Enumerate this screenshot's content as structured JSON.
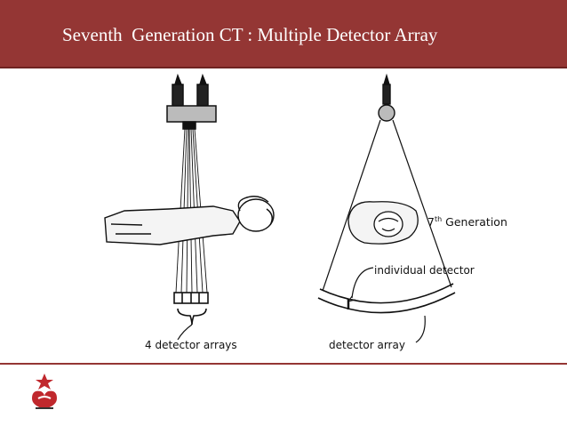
{
  "slide": {
    "title": "Seventh  Generation CT : Multiple Detector Array",
    "generation_label_prefix": "7",
    "generation_label_sup": "th",
    "generation_label_suffix": " Generation"
  },
  "figure": {
    "left_caption": "4 detector arrays",
    "right_label_individual": "individual detector",
    "right_label_array": "detector array"
  },
  "colors": {
    "title_bar": "#943634",
    "title_text": "#ffffff",
    "logo_red": "#c0282d"
  },
  "icons": {
    "footer_logo": "institution-logo-icon"
  }
}
